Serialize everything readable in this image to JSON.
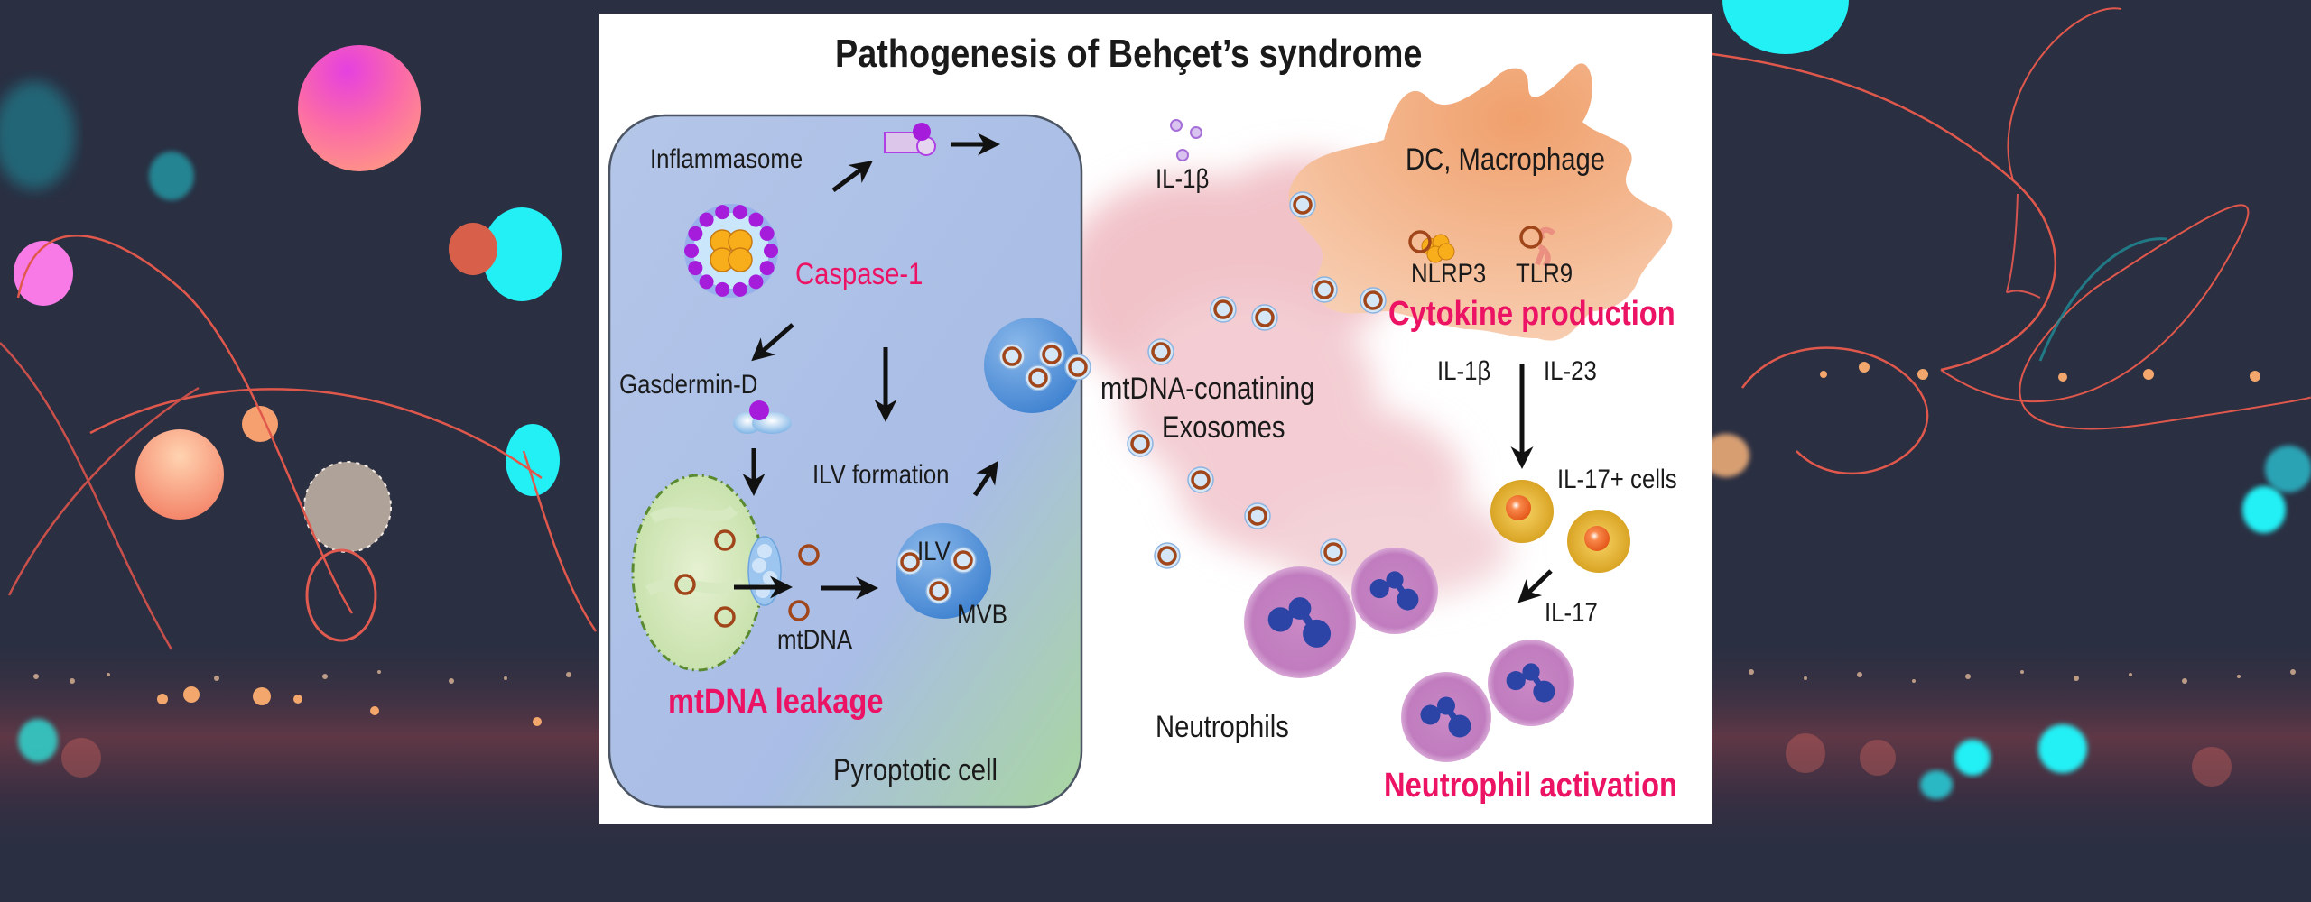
{
  "figure": {
    "title": "Pathogenesis of Behçet’s syndrome",
    "pyroptotic_cell": {
      "inflammasome": "Inflammasome",
      "caspase": "Caspase-1",
      "gasdermin": "Gasdermin-D",
      "ilv_formation": "ILV formation",
      "ilv": "ILV",
      "mvb": "MVB",
      "mtdna": "mtDNA",
      "mtdna_leakage": "mtDNA leakage",
      "cell_label": "Pyroptotic cell"
    },
    "extracellular": {
      "il1b_release": "IL-1β",
      "exosomes_line1": "mtDNA-conatining",
      "exosomes_line2": "Exosomes"
    },
    "dc_macrophage": {
      "label": "DC, Macrophage",
      "nlrp3": "NLRP3",
      "tlr9": "TLR9",
      "cytokine_production": "Cytokine production",
      "il1b": "IL-1β",
      "il23": "IL-23"
    },
    "il17": {
      "cells": "IL-17+ cells",
      "il17": "IL-17"
    },
    "neutrophils": {
      "label": "Neutrophils",
      "activation": "Neutrophil activation"
    }
  },
  "colors": {
    "accent_pink": "#ec1365",
    "background": "#2a2f42",
    "cell_blue": "#aabfe6",
    "macrophage_orange": "#f2b48a",
    "neutrophil_purple": "#c27fc0",
    "nucleus_blue": "#2b44a6",
    "mtdna_brown": "#a0461a",
    "cyan_glow": "#22f0f5"
  }
}
